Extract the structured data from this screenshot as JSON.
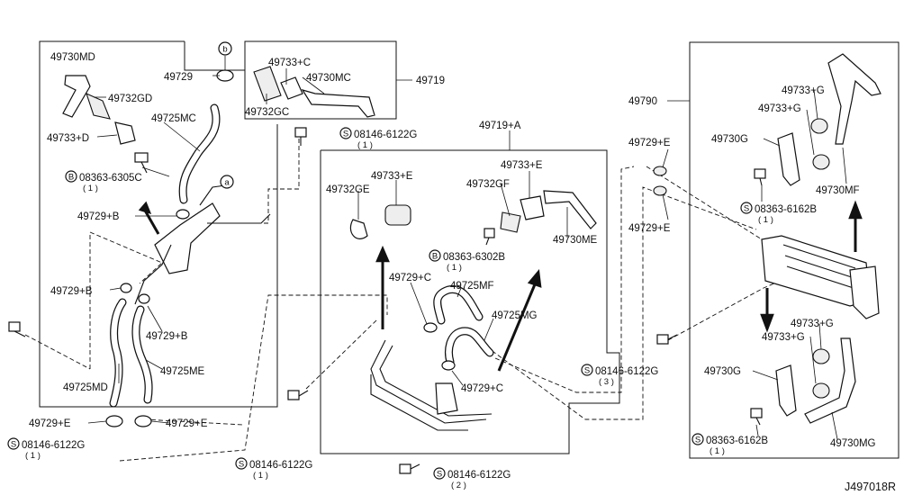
{
  "diagram": {
    "code": "J497018R",
    "labels": {
      "l_49730MD": "49730MD",
      "l_49732GD": "49732GD",
      "l_49733D": "49733+D",
      "l_49729_b": "49729",
      "l_49725MC": "49725MC",
      "l_08363_6305C": "08363-6305C",
      "l_49729B_1": "49729+B",
      "l_49729B_2": "49729+B",
      "l_49729B_3": "49729+B",
      "l_49725MD": "49725MD",
      "l_49725ME": "49725ME",
      "l_49729E_1": "49729+E",
      "l_49729E_2": "49729+E",
      "l_08146_6122G_a": "08146-6122G",
      "l_49733C": "49733+C",
      "l_49730MC": "49730MC",
      "l_49732GC": "49732GC",
      "l_49719": "49719",
      "l_08146_6122G_b": "08146-6122G",
      "l_49719A": "49719+A",
      "l_49733E_1": "49733+E",
      "l_49732GE": "49732GE",
      "l_49733E_2": "49733+E",
      "l_49732GF": "49732GF",
      "l_49730ME": "49730ME",
      "l_08363_6302B": "08363-6302B",
      "l_49729C_1": "49729+C",
      "l_49725MF": "49725MF",
      "l_49725MG": "49725MG",
      "l_49729C_2": "49729+C",
      "l_08146_6122G_c": "08146-6122G",
      "l_08146_6122G_d": "08146-6122G",
      "l_08146_6122G_e": "08146-6122G",
      "l_49790": "49790",
      "l_49729E_3": "49729+E",
      "l_49729E_4": "49729+E",
      "l_49730G_1": "49730G",
      "l_49733G_1": "49733+G",
      "l_49733G_2": "49733+G",
      "l_49730MF": "49730MF",
      "l_08363_6162B_1": "08363-6162B",
      "l_49733G_3": "49733+G",
      "l_49733G_4": "49733+G",
      "l_49730G_2": "49730G",
      "l_49730MG": "49730MG",
      "l_08363_6162B_2": "08363-6162B"
    },
    "quantities": {
      "q_08363_6305C": "( 1 )",
      "q_08146_6122G_a": "( 1 )",
      "q_08146_6122G_b": "( 1 )",
      "q_08363_6302B": "( 1 )",
      "q_08146_6122G_c": "( 1 )",
      "q_08146_6122G_d": "( 2 )",
      "q_08146_6122G_e": "( 3 )",
      "q_08363_6162B_1": "( 1 )",
      "q_08363_6162B_2": "( 1 )"
    },
    "markers": {
      "m_a": "a",
      "m_b": "b",
      "s_B1": "B",
      "s_B2": "B",
      "s_S1": "S",
      "s_S2": "S",
      "s_S3": "S",
      "s_S4": "S",
      "s_S5": "S",
      "s_S6": "S",
      "s_S7": "S"
    }
  }
}
